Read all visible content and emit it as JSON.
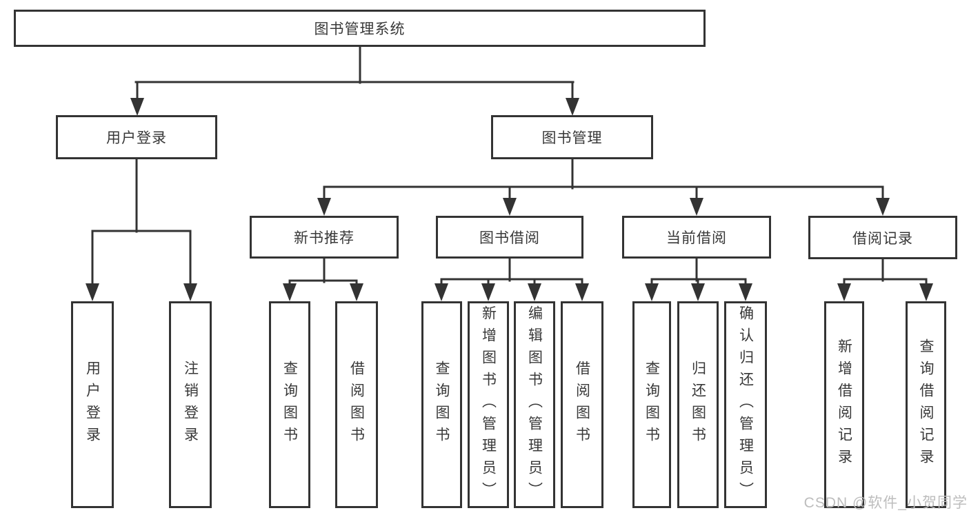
{
  "diagram": {
    "root": {
      "label": "图书管理系统"
    },
    "level2": [
      {
        "label": "用户登录"
      },
      {
        "label": "图书管理"
      }
    ],
    "level3": [
      {
        "label": "新书推荐"
      },
      {
        "label": "图书借阅"
      },
      {
        "label": "当前借阅"
      },
      {
        "label": "借阅记录"
      }
    ],
    "leaves": [
      {
        "label": "用户登录"
      },
      {
        "label": "注销登录"
      },
      {
        "label": "查询图书"
      },
      {
        "label": "借阅图书"
      },
      {
        "label": "查询图书"
      },
      {
        "label": "新增图书（管理员）"
      },
      {
        "label": "编辑图书（管理员）"
      },
      {
        "label": "借阅图书"
      },
      {
        "label": "查询图书"
      },
      {
        "label": "归还图书"
      },
      {
        "label": "确认归还（管理员）"
      },
      {
        "label": "新增借阅记录"
      },
      {
        "label": "查询借阅记录"
      }
    ]
  },
  "watermark": "CSDN @软件_小贺同学",
  "colors": {
    "line": "#333333",
    "box_border": "#333333",
    "text": "#383838",
    "watermark": "#bdbdbd",
    "background": "#ffffff"
  }
}
